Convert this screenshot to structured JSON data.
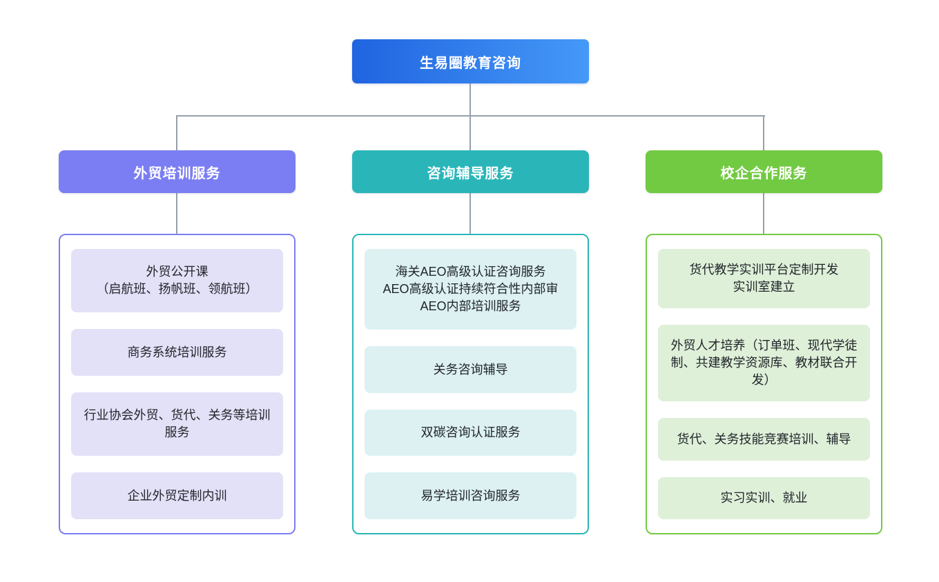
{
  "diagram": {
    "root": {
      "label": "生易圈教育咨询"
    },
    "branches": [
      {
        "title": "外贸培训服务",
        "accent": "#7b7ef2",
        "item_bg": "#e3e1f7",
        "items": [
          "外贸公开课\n（启航班、扬帆班、领航班）",
          "商务系统培训服务",
          "行业协会外贸、货代、关务等培训服务",
          "企业外贸定制内训"
        ]
      },
      {
        "title": "咨询辅导服务",
        "accent": "#2ab6b9",
        "item_bg": "#ddf1f2",
        "items": [
          "海关AEO高级认证咨询服务\nAEO高级认证持续符合性内部审\nAEO内部培训服务",
          "关务咨询辅导",
          "双碳咨询认证服务",
          "易学培训咨询服务"
        ]
      },
      {
        "title": "校企合作服务",
        "accent": "#72ca43",
        "item_bg": "#def0d8",
        "items": [
          "货代教学实训平台定制开发\n实训室建立",
          "外贸人才培养（订单班、现代学徒制、共建教学资源库、教材联合开发）",
          "货代、关务技能竞赛培训、辅导",
          "实习实训、就业"
        ]
      }
    ],
    "colors": {
      "root_gradient_start": "#2064e0",
      "root_gradient_end": "#4599f8",
      "connector": "#96a0aa",
      "background": "#ffffff"
    }
  }
}
